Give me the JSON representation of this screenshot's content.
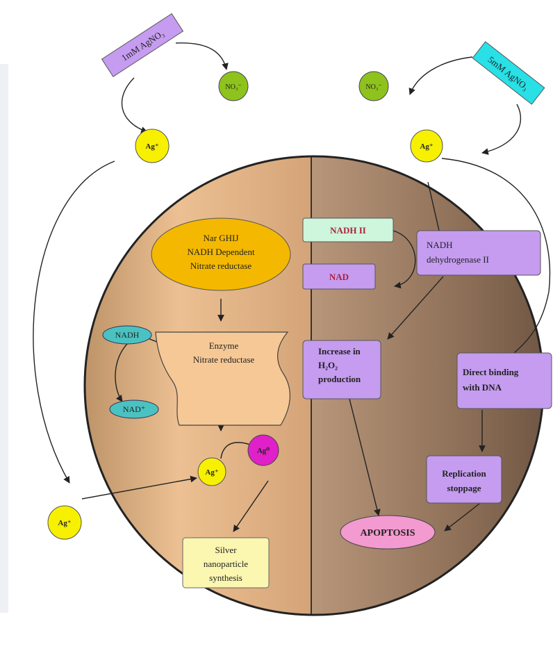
{
  "labels": {
    "agno3_1mm": "1mM AgNO₃",
    "agno3_5mm": "5mM AgNO₃",
    "no3_left": "NO₃⁻",
    "no3_right": "NO₃⁻",
    "ag_plus": "Ag⁺",
    "nar_line1": "Nar GHIJ",
    "nar_line2": "NADH Dependent",
    "nar_line3": "Nitrate reductase",
    "enzyme_line1": "Enzyme",
    "enzyme_line2": "Nitrate reductase",
    "nadh": "NADH",
    "nad_plus": "NAD⁺",
    "ag0": "Ag⁰",
    "silver_line1": "Silver",
    "silver_line2": "nanoparticle",
    "silver_line3": "synthesis",
    "nadh_ii": "NADH II",
    "nad": "NAD",
    "nadh_dehyd_line1": "NADH",
    "nadh_dehyd_line2": "dehydrogenase II",
    "h2o2_line1": "Increase in",
    "h2o2_line2": "H₂O₂",
    "h2o2_line3": "production",
    "dna_line1": "Direct binding",
    "dna_line2": "with DNA",
    "rep_line1": "Replication",
    "rep_line2": "stoppage",
    "apoptosis": "APOPTOSIS"
  },
  "colors": {
    "cell_left": "#e7b98c",
    "cell_right": "#9c7d63",
    "yellow": "#f7f000",
    "green": "#8ec21c",
    "magenta": "#e020c8",
    "lilac": "#c59cf0",
    "cyan": "#28e0e6",
    "orange": "#f4b800",
    "teal": "#4ac2c2",
    "pink": "#f39ad0",
    "mint": "#cdf6dc",
    "cream": "#fbf6b0"
  }
}
